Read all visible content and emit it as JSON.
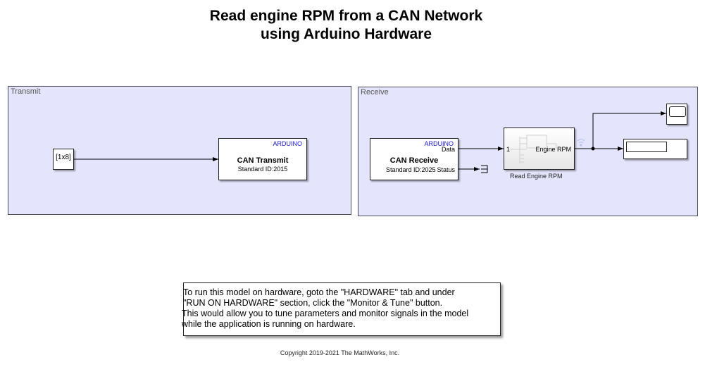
{
  "title": {
    "line1": "Read engine RPM from a CAN Network",
    "line2": "using Arduino Hardware"
  },
  "areas": {
    "transmit": {
      "label": "Transmit"
    },
    "receive": {
      "label": "Receive"
    }
  },
  "blocks": {
    "constant": {
      "value": "[1x8]"
    },
    "can_transmit": {
      "brand": "ARDUINO",
      "name": "CAN Transmit",
      "subtitle": "Standard ID:2015"
    },
    "can_receive": {
      "brand": "ARDUINO",
      "name": "CAN Receive",
      "subtitle": "Standard ID:2025",
      "ports": {
        "data": "Data",
        "status": "Status"
      }
    },
    "read_engine_rpm": {
      "caption": "Read Engine RPM",
      "input_port": "1",
      "output_port": "Engine RPM"
    },
    "scope": {
      "icon": "scope-icon"
    },
    "display": {
      "icon": "display-icon"
    },
    "terminator": {
      "icon": "terminator-icon"
    }
  },
  "note": {
    "lines": [
      "To run this model on hardware, goto the \"HARDWARE\" tab and under",
      "\"RUN ON HARDWARE\" section, click the \"Monitor & Tune\" button.",
      "This would allow you to tune parameters and monitor signals in the model",
      "while the application is running on hardware."
    ]
  },
  "colors": {
    "area_background": "#e4e4fc",
    "brand_blue": "#1a1ad8"
  },
  "copyright": "Copyright 2019-2021 The MathWorks, Inc."
}
